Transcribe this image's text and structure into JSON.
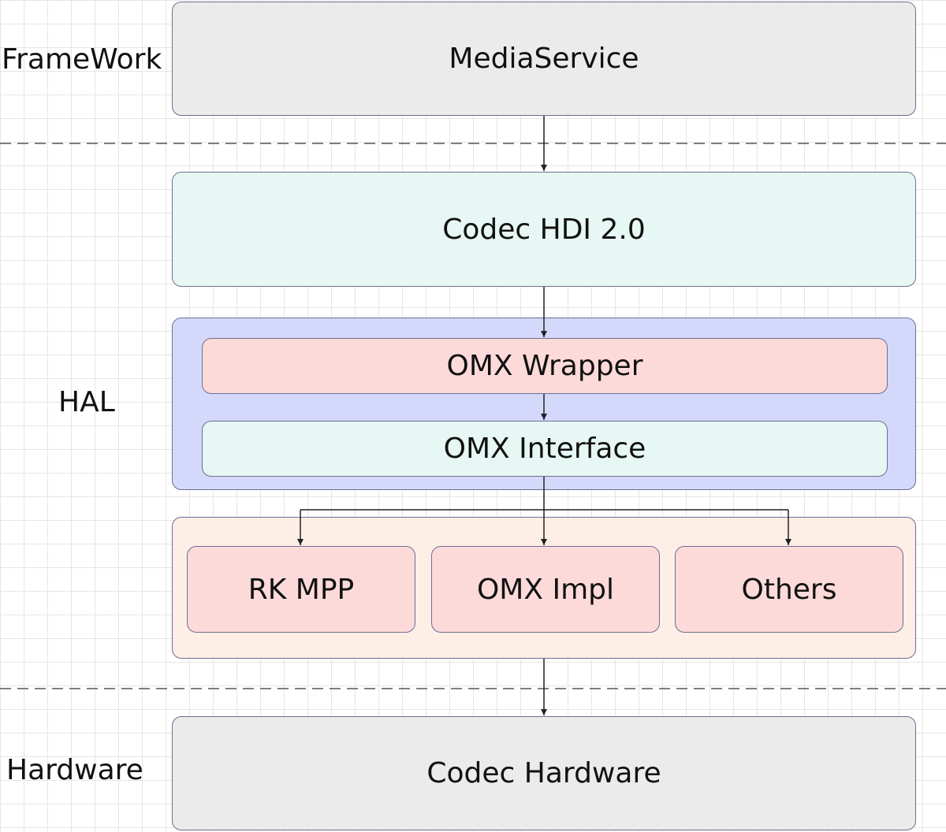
{
  "layers": {
    "framework": "FrameWork",
    "hal": "HAL",
    "hardware": "Hardware"
  },
  "boxes": {
    "media_service": "MediaService",
    "codec_hdi": "Codec HDI 2.0",
    "omx_wrapper": "OMX Wrapper",
    "omx_interface": "OMX Interface",
    "rk_mpp": "RK MPP",
    "omx_impl": "OMX Impl",
    "others": "Others",
    "codec_hardware": "Codec Hardware"
  },
  "colors": {
    "gray": "#ebebeb",
    "mint": "#e6f7f4",
    "pink": "#fddada",
    "lavender": "#d4d8fb",
    "peach": "#fdefe6",
    "border": "#6e6e92"
  }
}
